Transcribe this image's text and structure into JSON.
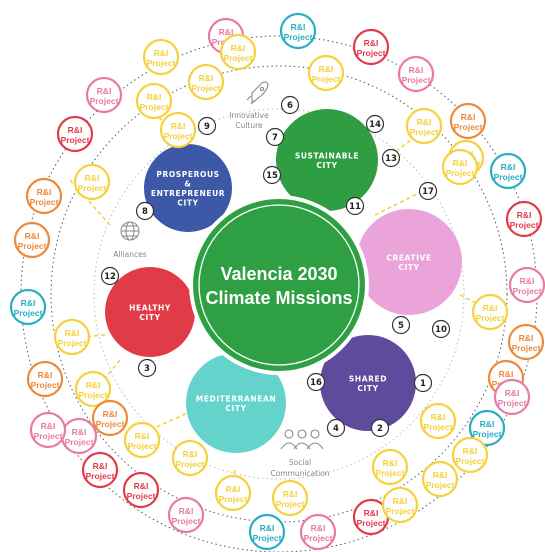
{
  "center": {
    "lines": [
      "Valencia 2030",
      "Climate Missions"
    ],
    "color": "#2ea043"
  },
  "colors": {
    "yellow": "#f5d13a",
    "pink": "#e97aa6",
    "orange": "#ec8a3a",
    "red": "#e23b48",
    "teal": "#27aec4"
  },
  "cities": [
    {
      "id": "prosperous",
      "lines": [
        "PROSPEROUS",
        "&",
        "ENTREPRENEUR",
        "CITY"
      ],
      "color": "#3c58a6"
    },
    {
      "id": "sustainable",
      "lines": [
        "SUSTAINABLE",
        "CITY"
      ],
      "color": "#2f9e42"
    },
    {
      "id": "creative",
      "lines": [
        "CREATIVE",
        "CITY"
      ],
      "color": "#eaa4da"
    },
    {
      "id": "shared",
      "lines": [
        "SHARED",
        "CITY"
      ],
      "color": "#5e4b9c"
    },
    {
      "id": "mediterranean",
      "lines": [
        "MEDITERRANEAN",
        "CITY"
      ],
      "color": "#63d3cc"
    },
    {
      "id": "healthy",
      "lines": [
        "HEALTHY",
        "CITY"
      ],
      "color": "#e23b48"
    }
  ],
  "labels": {
    "innovative_culture": [
      "Innovative",
      "Culture"
    ],
    "alliances": "Alliances",
    "social_communication": [
      "Social",
      "Communication"
    ]
  },
  "project_label": [
    "R&I",
    "Project"
  ],
  "numbers": [
    "1",
    "2",
    "3",
    "4",
    "5",
    "6",
    "7",
    "8",
    "9",
    "10",
    "11",
    "12",
    "13",
    "14",
    "15",
    "16",
    "17"
  ],
  "projects": [
    {
      "color": "pink"
    },
    {
      "color": "teal"
    },
    {
      "color": "yellow"
    },
    {
      "color": "yellow"
    },
    {
      "color": "red"
    },
    {
      "color": "yellow"
    },
    {
      "color": "yellow"
    },
    {
      "color": "pink"
    },
    {
      "color": "pink"
    },
    {
      "color": "yellow"
    },
    {
      "color": "yellow"
    },
    {
      "color": "yellow"
    },
    {
      "color": "orange"
    },
    {
      "color": "orange"
    },
    {
      "color": "red"
    },
    {
      "color": "yellow"
    },
    {
      "color": "yellow"
    },
    {
      "color": "teal"
    },
    {
      "color": "orange"
    },
    {
      "color": "red"
    },
    {
      "color": "yellow"
    },
    {
      "color": "orange"
    },
    {
      "color": "pink"
    },
    {
      "color": "orange"
    },
    {
      "color": "yellow"
    },
    {
      "color": "orange"
    },
    {
      "color": "teal"
    },
    {
      "color": "yellow"
    },
    {
      "color": "yellow"
    },
    {
      "color": "pink"
    },
    {
      "color": "yellow"
    },
    {
      "color": "orange"
    },
    {
      "color": "yellow"
    },
    {
      "color": "yellow"
    },
    {
      "color": "pink"
    },
    {
      "color": "yellow"
    },
    {
      "color": "yellow"
    },
    {
      "color": "teal"
    },
    {
      "color": "red"
    },
    {
      "color": "yellow"
    },
    {
      "color": "red"
    },
    {
      "color": "yellow"
    },
    {
      "color": "pink"
    },
    {
      "color": "pink"
    },
    {
      "color": "teal"
    },
    {
      "color": "pink"
    },
    {
      "color": "red"
    },
    {
      "color": "yellow"
    },
    {
      "color": "yellow"
    }
  ]
}
